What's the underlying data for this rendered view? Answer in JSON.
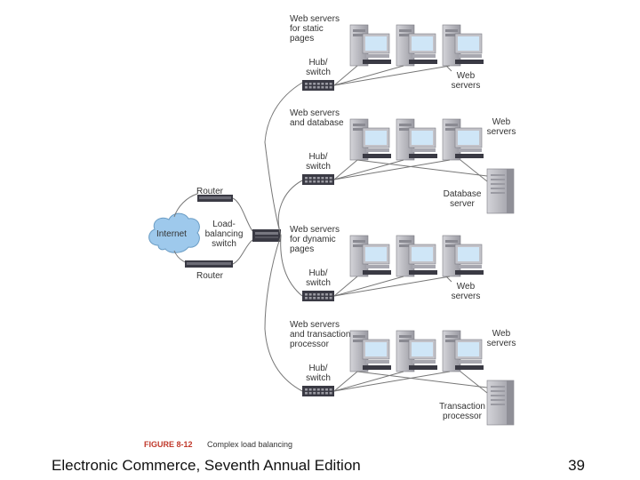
{
  "groups": [
    {
      "label": [
        "Web servers",
        "for static",
        "pages"
      ],
      "hub_label": [
        "Hub/",
        "switch"
      ],
      "side_label": [
        "Web",
        "servers"
      ],
      "backend_label": []
    },
    {
      "label": [
        "Web servers",
        "and database"
      ],
      "hub_label": [
        "Hub/",
        "switch"
      ],
      "side_label": [
        "Web",
        "servers"
      ],
      "backend_label": [
        "Database",
        "server"
      ]
    },
    {
      "label": [
        "Web servers",
        "for dynamic",
        "pages"
      ],
      "hub_label": [
        "Hub/",
        "switch"
      ],
      "side_label": [
        "Web",
        "servers"
      ],
      "backend_label": []
    },
    {
      "label": [
        "Web servers",
        "and transaction",
        "processor"
      ],
      "hub_label": [
        "Hub/",
        "switch"
      ],
      "side_label": [
        "Web",
        "servers"
      ],
      "backend_label": [
        "Transaction",
        "processor"
      ]
    }
  ],
  "internet_label": "Internet",
  "router_label": "Router",
  "lb_label": [
    "Load-",
    "balancing",
    "switch"
  ],
  "caption": {
    "figure": "FIGURE 8-12",
    "text": "Complex load balancing"
  },
  "footer": {
    "title": "Electronic Commerce, Seventh Annual Edition",
    "page": "39"
  },
  "colors": {
    "internet": "#9ec9ec",
    "tower": "#b9b9bf",
    "screen": "#cfe6f7",
    "switch": "#3a3a44",
    "figure_label": "#c0392b"
  }
}
